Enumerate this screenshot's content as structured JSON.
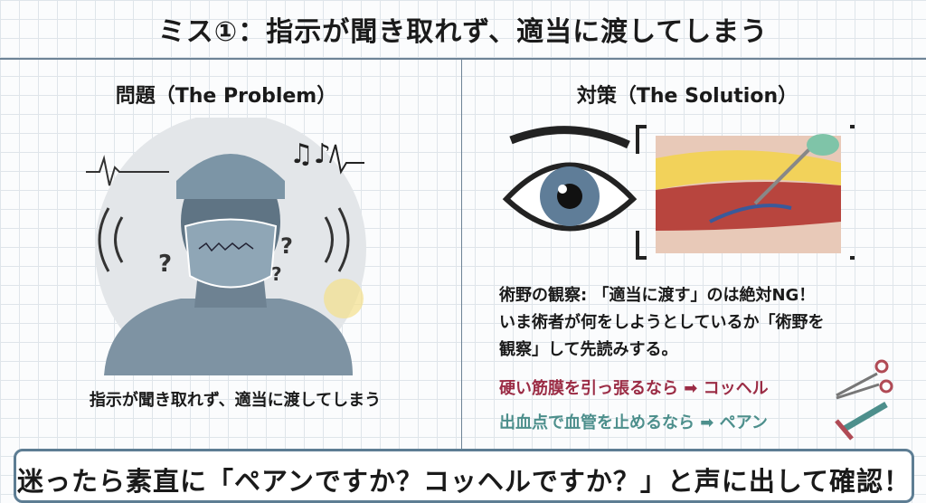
{
  "title": "ミス①：指示が聞き取れず、適当に渡してしまう",
  "problem": {
    "heading": "問題（The Problem）",
    "caption": "指示が聞き取れず、適当に渡してしまう"
  },
  "solution": {
    "heading": "対策（The Solution）",
    "lines": [
      "術野の観察: 「適当に渡す」のは絶対NG！",
      "いま術者が何をしようとしているか「術野を",
      "観察」して先読みする。"
    ],
    "tips": [
      {
        "text": "硬い筋膜を引っ張るなら ➡ コッヘル",
        "color": "#9b2c45"
      },
      {
        "text": "出血点で血管を止めるなら ➡ ペアン",
        "color": "#4d8f8c"
      }
    ]
  },
  "bottom": "迷ったら素直に「ペアンですか？コッヘルですか？」と声に出して確認！"
}
